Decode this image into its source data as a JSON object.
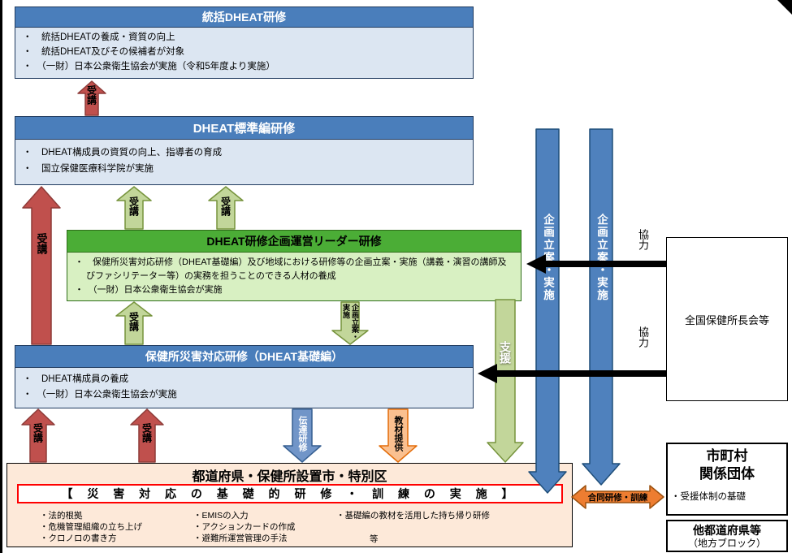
{
  "page": {
    "boxes": {
      "tokatsu": {
        "title": "統括DHEAT研修",
        "bullets": [
          "・　統括DHEATの養成・資質の向上",
          "・　統括DHEAT及びその候補者が対象",
          "・　（一財）日本公衆衛生協会が実施（令和5年度より実施）"
        ]
      },
      "hyojun": {
        "title": "DHEAT標準編研修",
        "bullets": [
          "・　DHEAT構成員の資質の向上、指導者の育成",
          "・　国立保健医療科学院が実施"
        ]
      },
      "leader": {
        "title": "DHEAT研修企画運営リーダー研修",
        "bullets": [
          "・　保健所災害対応研修（DHEAT基礎編）及び地域における研修等の企画立案・実施（講義・演習の講師及びファシリテーター等）の実務を担うことのできる人材の養成",
          "・　（一財）日本公衆衛生協会が実施"
        ]
      },
      "kiso": {
        "title": "保健所災害対応研修（DHEAT基礎編）",
        "bullets": [
          "・　DHEAT構成員の養成",
          "・　（一財）日本公衆衛生協会が実施"
        ]
      },
      "municipal": {
        "title": "都道府県・保健所設置市・特別区",
        "banner": "【 災 害 対 応 の 基 礎 的 研 修 ・ 訓 練 の 実 施 】",
        "col1": [
          "・法的根拠",
          "・危機管理組織の立ち上げ",
          "・クロノロの書き方"
        ],
        "col2": [
          "・EMISの入力",
          "・アクションカードの作成",
          "・避難所運営管理の手法"
        ],
        "col3": [
          "・基礎編の教材を活用した持ち帰り研修"
        ],
        "etc": "等"
      },
      "zenkoku": {
        "label": "全国保健所長会等"
      },
      "shichoson": {
        "line1": "市町村",
        "line2": "関係団体",
        "note": "・受援体制の基礎"
      },
      "other_pref": {
        "line1": "他都道府県等",
        "line2": "（地方ブロック）"
      }
    },
    "arrows": {
      "jukou": "受講",
      "kikaku": "企画立案・実施",
      "shien": "支援",
      "dentatsu": "伝達研修",
      "kyozai": "教材提供",
      "goudou": "合同研修・訓練",
      "kyoryoku": "協力"
    },
    "colors": {
      "header_blue": "#4a7ebb",
      "body_blue": "#dce6f2",
      "header_green": "#4bad36",
      "body_green": "#d8f0c2",
      "arrow_red": "#c0504d",
      "arrow_green": "#c2d69a",
      "arrow_blue": "#4f81bd",
      "arrow_orange_fill": "#fac090",
      "orange_strong": "#ed7d31",
      "bottom_bg": "#fde9d9",
      "banner_border": "#ff0000"
    }
  }
}
